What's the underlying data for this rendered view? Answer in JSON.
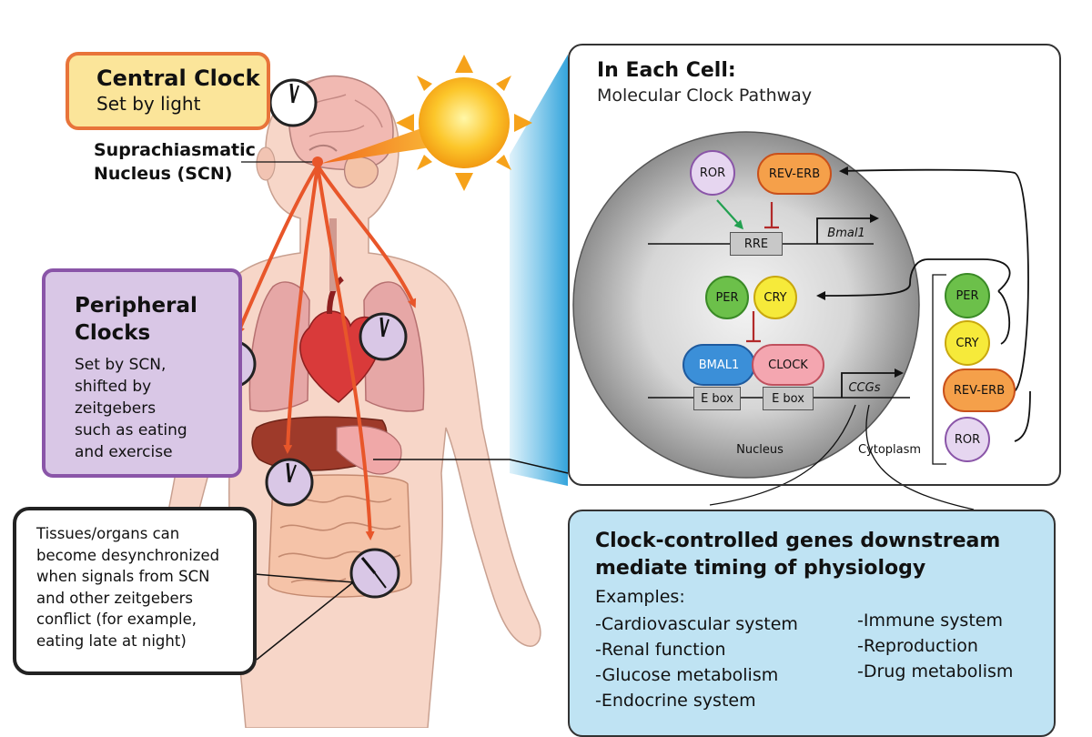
{
  "central_clock": {
    "title": "Central Clock",
    "subtitle": "Set by light"
  },
  "scn": {
    "line1": "Suprachiasmatic",
    "line2": "Nucleus (SCN)"
  },
  "peripheral": {
    "title_line1": "Peripheral",
    "title_line2": "Clocks",
    "desc": [
      "Set by SCN,",
      "shifted by",
      "zeitgebers",
      "such as eating",
      "and exercise"
    ]
  },
  "tissue_note": [
    "Tissues/organs can",
    "become desynchronized",
    "when signals from SCN",
    "and other zeitgebers",
    "conflict (for example,",
    "eating late at night)"
  ],
  "cell_panel": {
    "title": "In Each Cell:",
    "subtitle": "Molecular Clock Pathway",
    "nucleus_label": "Nucleus",
    "cytoplasm_label": "Cytoplasm",
    "molecules": {
      "ror": "ROR",
      "rev_erb": "REV-ERB",
      "per": "PER",
      "cry": "CRY",
      "bmal1": "BMAL1",
      "clock": "CLOCK"
    },
    "genes": {
      "rre": "RRE",
      "bmal1_gene": "Bmal1",
      "ebox1": "E box",
      "ebox2": "E box",
      "ccgs": "CCGs"
    },
    "cytoplasm_molecules": {
      "per": "PER",
      "cry": "CRY",
      "rev_erb": "REV-ERB",
      "ror": "ROR"
    }
  },
  "ccg_panel": {
    "title_line1": "Clock-controlled genes downstream",
    "title_line2": "mediate timing of physiology",
    "examples_label": "Examples:",
    "col1": [
      "-Cardiovascular system",
      "-Renal function",
      "-Glucose metabolism",
      "-Endocrine system"
    ],
    "col2": [
      "-Immune system",
      "-Reproduction",
      "-Drug metabolism"
    ]
  },
  "colors": {
    "central_fill": "#fbe59a",
    "central_border": "#e8743a",
    "peripheral_fill": "#d9c7e6",
    "peripheral_border": "#8a55a8",
    "ccg_fill": "#bfe3f3",
    "skin": "#f7d6c8",
    "signal_arrow": "#e8562a",
    "ror": "#e6d6f0",
    "rev_erb": "#f5a04a",
    "per": "#6cc04a",
    "cry": "#f6ea3a",
    "bmal1": "#3b8fd8",
    "clock": "#f4a6b0"
  }
}
